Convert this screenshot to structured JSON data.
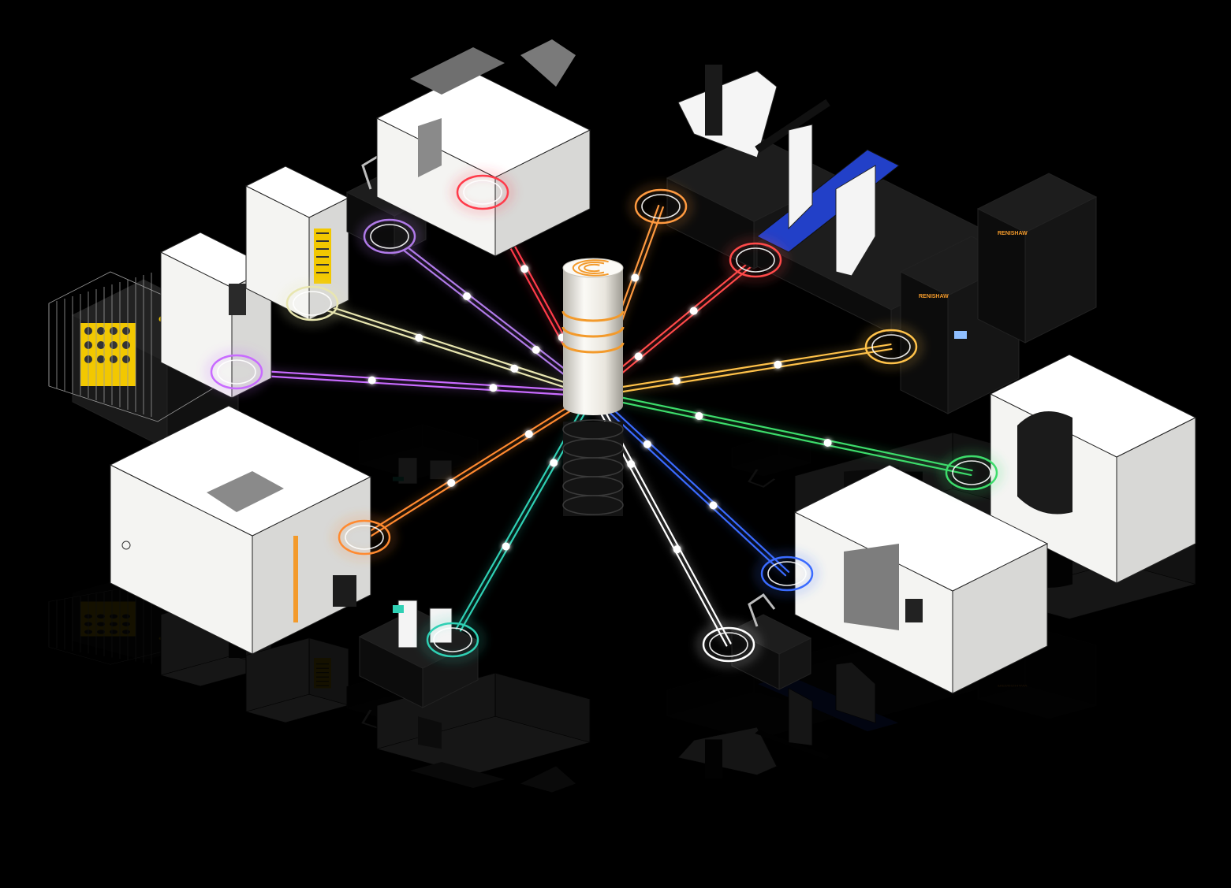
{
  "background": "#000000",
  "hub": {
    "icon": "connectivity-hub-icon",
    "accent": "#f39a2b",
    "body": "#f2f0ea"
  },
  "connections": [
    {
      "id": "purple-cell",
      "color": "#c86bff",
      "machine": "robot-cell-icon"
    },
    {
      "id": "cream-vmc",
      "color": "#e8e6b0",
      "machine": "vertical-machining-center-icon"
    },
    {
      "id": "violet-robot",
      "color": "#b07ae8",
      "machine": "robot-arm-icon"
    },
    {
      "id": "red-lathe",
      "color": "#ff3b4a",
      "machine": "cnc-lathe-icon"
    },
    {
      "id": "orange-cmm",
      "color": "#ff9a40",
      "machine": "coordinate-measuring-machine-icon"
    },
    {
      "id": "red-gantry",
      "color": "#ff4a4a",
      "machine": "gantry-cmm-icon"
    },
    {
      "id": "gold-additive",
      "color": "#ffc24a",
      "machine": "additive-printer-icon"
    },
    {
      "id": "green-5axis",
      "color": "#3ddc6b",
      "machine": "five-axis-mill-icon"
    },
    {
      "id": "blue-lathe",
      "color": "#3a6bff",
      "machine": "turning-center-icon"
    },
    {
      "id": "white-robot",
      "color": "#ffffff",
      "machine": "robot-arm-icon"
    },
    {
      "id": "teal-cmm",
      "color": "#2fd0b4",
      "machine": "small-cmm-icon"
    },
    {
      "id": "amber-mill",
      "color": "#ff8a30",
      "machine": "horizontal-mill-icon"
    }
  ],
  "printer_brand": "RENISHAW"
}
